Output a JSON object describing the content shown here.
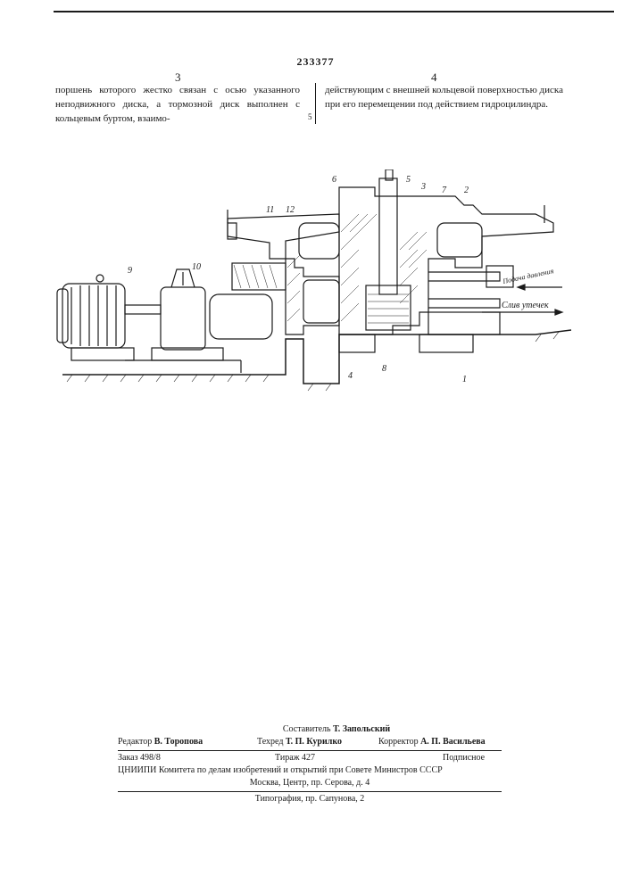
{
  "patent_number": "233377",
  "column_numbers": {
    "left": "3",
    "right": "4"
  },
  "columns": {
    "left": "поршень которого жестко связан с осью указанного неподвижного диска, а тормозной диск выполнен с кольцевым буртом, взаимо-",
    "right": "действующим с внешней кольцевой поверхностью диска при его перемещении под действием гидроцилиндра."
  },
  "margin_line_number": "5",
  "drawing": {
    "part_labels": [
      "1",
      "2",
      "3",
      "4",
      "5",
      "6",
      "7",
      "8",
      "9",
      "10",
      "11",
      "12"
    ],
    "annotations": {
      "supply": "Подача давления",
      "drain": "Слив утечек"
    }
  },
  "footer": {
    "compiler_label": "Составитель",
    "compiler_name": "Т. Запольский",
    "editor_label": "Редактор",
    "editor_name": "В. Торопова",
    "techred_label": "Техред",
    "techred_name": "Т. П. Курилко",
    "corrector_label": "Корректор",
    "corrector_name": "А. П. Васильева",
    "order": "Заказ 498/8",
    "circulation": "Тираж 427",
    "subscription": "Подписное",
    "org_line": "ЦНИИПИ Комитета по делам изобретений и открытий при Совете Министров СССР",
    "address": "Москва, Центр, пр. Серова, д. 4",
    "printing": "Типография, пр. Сапунова, 2"
  }
}
